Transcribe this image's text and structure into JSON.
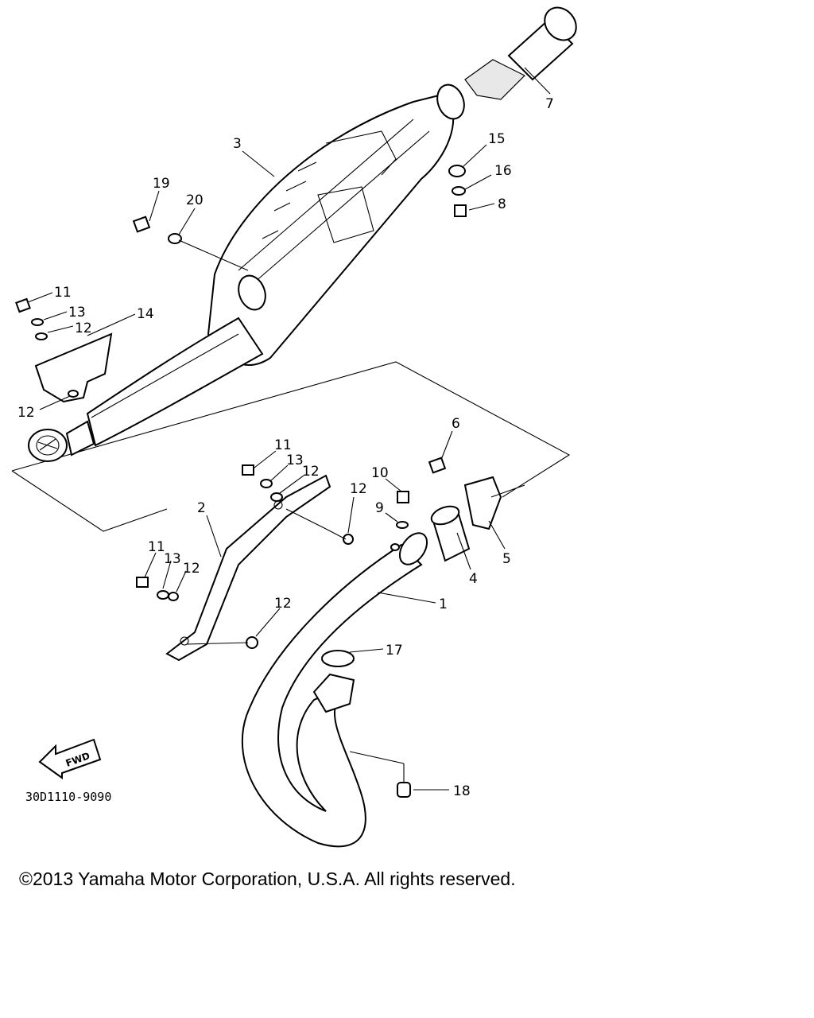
{
  "diagram": {
    "callouts": {
      "c1": "1",
      "c2": "2",
      "c3": "3",
      "c4": "4",
      "c5": "5",
      "c6": "6",
      "c7": "7",
      "c8": "8",
      "c9": "9",
      "c10": "10",
      "c11a": "11",
      "c11b": "11",
      "c11c": "11",
      "c12a": "12",
      "c12b": "12",
      "c12c": "12",
      "c12d": "12",
      "c12e": "12",
      "c12f": "12",
      "c13a": "13",
      "c13b": "13",
      "c13c": "13",
      "c14": "14",
      "c15": "15",
      "c16": "16",
      "c17": "17",
      "c18": "18",
      "c19": "19",
      "c20": "20"
    },
    "fwd_label": "FWD",
    "part_code": "30D1110-9090"
  },
  "footer": {
    "copyright": "©2013 Yamaha Motor Corporation, U.S.A. All rights reserved."
  }
}
